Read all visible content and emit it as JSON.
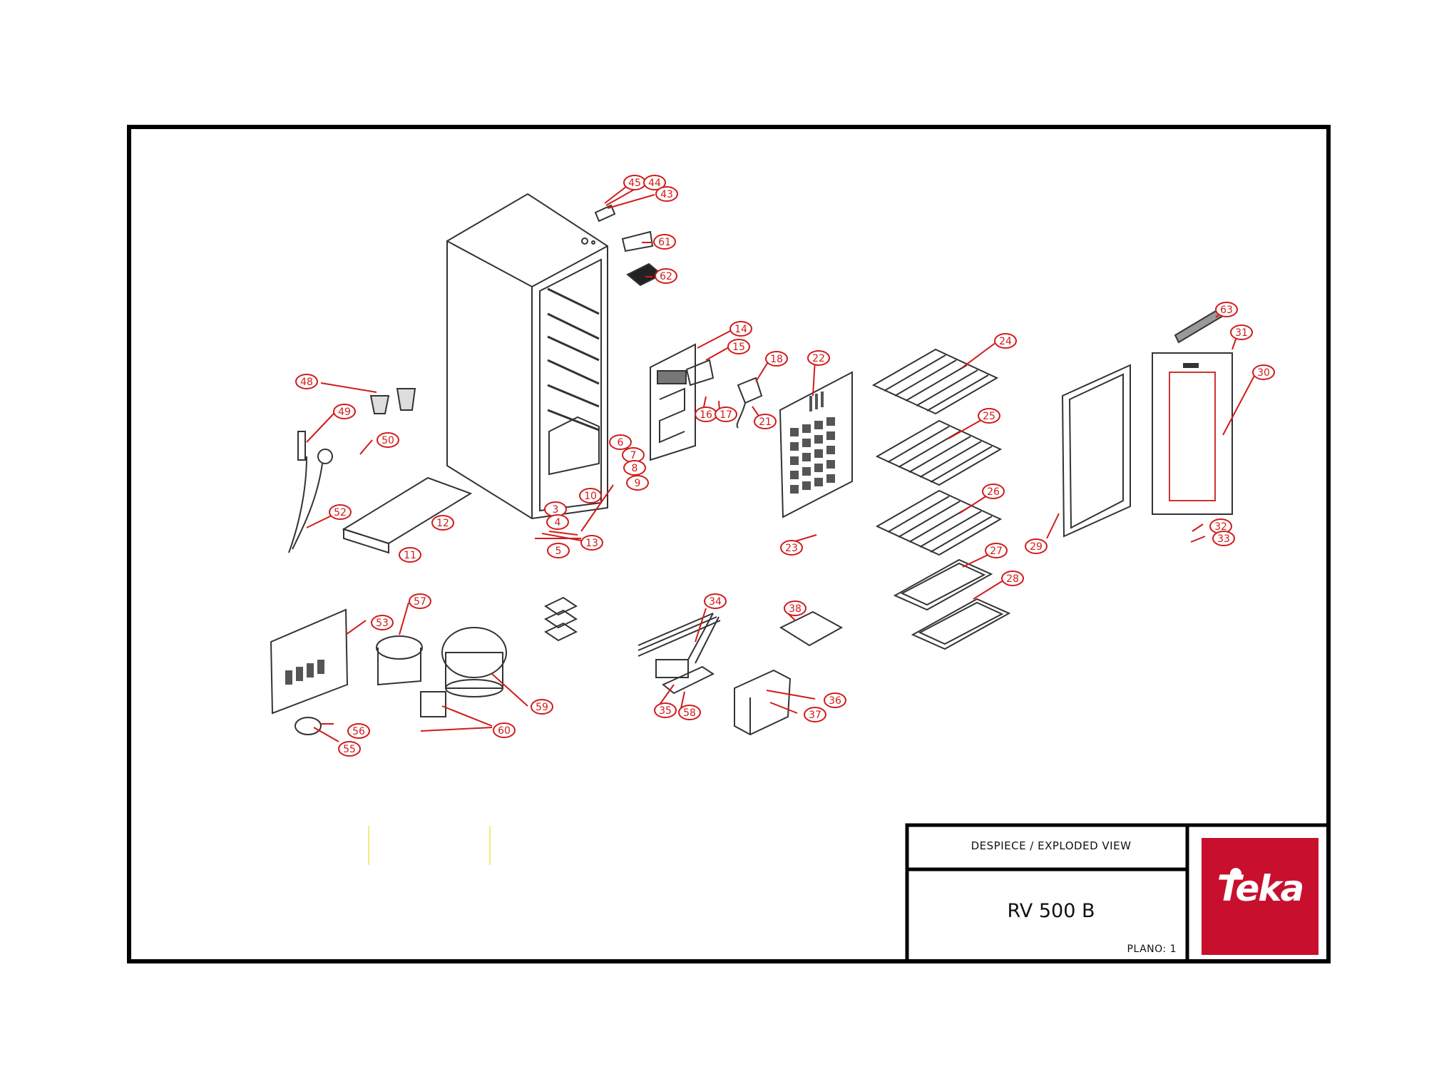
{
  "title_block": {
    "title": "DESPIECE / EXPLODED VIEW",
    "model": "RV 500 B",
    "plano": "PLANO: 1",
    "logo_text": "Teka"
  },
  "colors": {
    "frame": "#000000",
    "drawing": "#333333",
    "callout": "#d11b1b",
    "logo_bg": "#c8102e",
    "logo_fg": "#ffffff",
    "ruler_marks": "#f3ea7a"
  },
  "callouts": [
    "45",
    "44",
    "43",
    "61",
    "62",
    "14",
    "15",
    "18",
    "22",
    "24",
    "63",
    "31",
    "30",
    "48",
    "49",
    "50",
    "16",
    "17",
    "21",
    "25",
    "6",
    "7",
    "8",
    "9",
    "10",
    "52",
    "3",
    "4",
    "13",
    "5",
    "12",
    "11",
    "23",
    "26",
    "29",
    "32",
    "33",
    "27",
    "28",
    "57",
    "34",
    "38",
    "53",
    "59",
    "35",
    "58",
    "36",
    "37",
    "56",
    "55",
    "60"
  ]
}
